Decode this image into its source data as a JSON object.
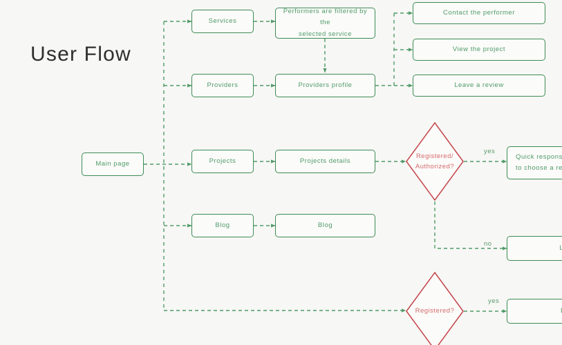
{
  "page": {
    "title": "User Flow",
    "background_color": "#f7f7f5",
    "node_color": "#3d8b55",
    "node_text_color": "#4f9a68",
    "decision_color": "#c4454a",
    "decision_text_color": "#d4696b",
    "title_color": "#2e2e2e"
  },
  "nodes": {
    "main_page": "Main page",
    "services": "Services",
    "providers": "Providers",
    "projects": "Projects",
    "blog_1": "Blog",
    "blog_2": "Blog",
    "performers_filtered": "Performers are filtered by the\nselected service",
    "providers_profile": "Providers profile",
    "projects_details": "Projects details",
    "contact_performer": "Contact the performer",
    "view_project": "View the project",
    "leave_review": "Leave a review",
    "quick_response": "Quick response w\nto choose a resp",
    "log_in": "Log in/S",
    "dashboard": "Dashbo"
  },
  "decisions": {
    "registered_authorized": "Registered/\nAuthorized?",
    "registered": "Registered?"
  },
  "edge_labels": {
    "yes_1": "yes",
    "no_1": "no",
    "yes_2": "yes"
  }
}
